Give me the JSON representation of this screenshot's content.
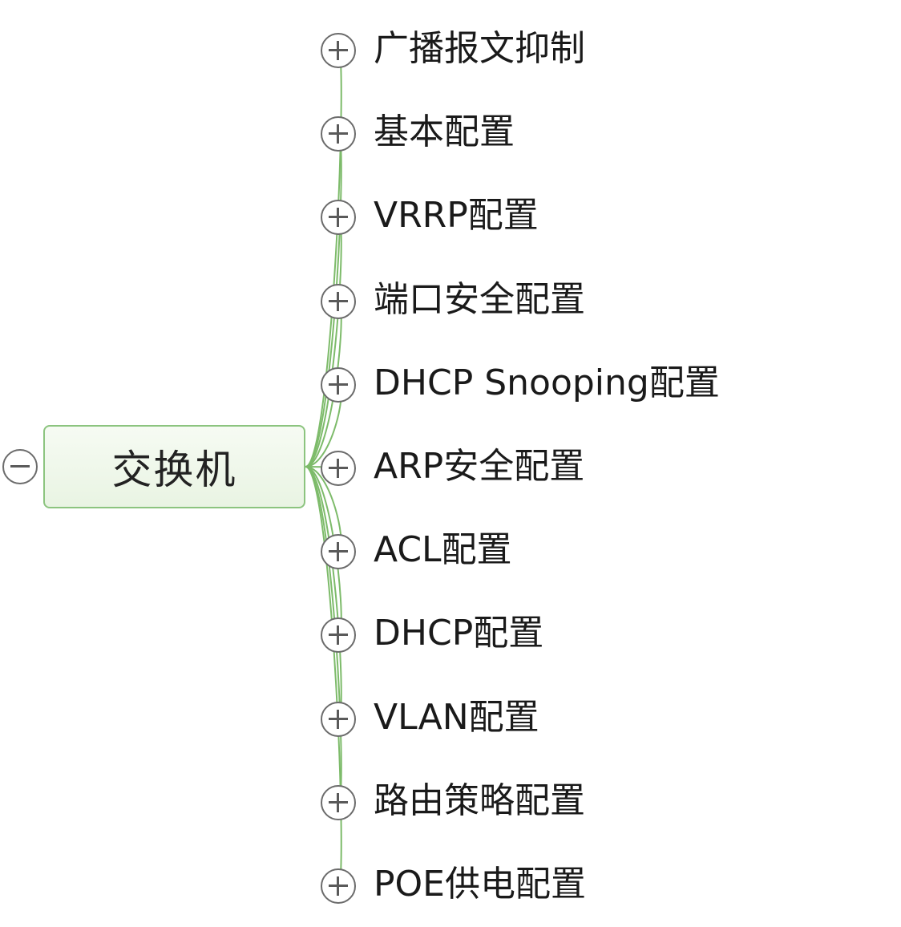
{
  "diagram": {
    "root": {
      "label": "交换机",
      "colors": {
        "border": "#8cc47f",
        "fill": "#edf6e8"
      },
      "toggle_icon": "minus-circle-icon"
    },
    "connector_color": "#7dbb6a",
    "children": [
      {
        "label": "广播报文抑制",
        "toggle_icon": "plus-circle-icon"
      },
      {
        "label": "基本配置",
        "toggle_icon": "plus-circle-icon"
      },
      {
        "label": "VRRP配置",
        "toggle_icon": "plus-circle-icon"
      },
      {
        "label": "端口安全配置",
        "toggle_icon": "plus-circle-icon"
      },
      {
        "label": "DHCP Snooping配置",
        "toggle_icon": "plus-circle-icon"
      },
      {
        "label": "ARP安全配置",
        "toggle_icon": "plus-circle-icon"
      },
      {
        "label": "ACL配置",
        "toggle_icon": "plus-circle-icon"
      },
      {
        "label": "DHCP配置",
        "toggle_icon": "plus-circle-icon"
      },
      {
        "label": "VLAN配置",
        "toggle_icon": "plus-circle-icon"
      },
      {
        "label": "路由策略配置",
        "toggle_icon": "plus-circle-icon"
      },
      {
        "label": "POE供电配置",
        "toggle_icon": "plus-circle-icon"
      }
    ]
  }
}
